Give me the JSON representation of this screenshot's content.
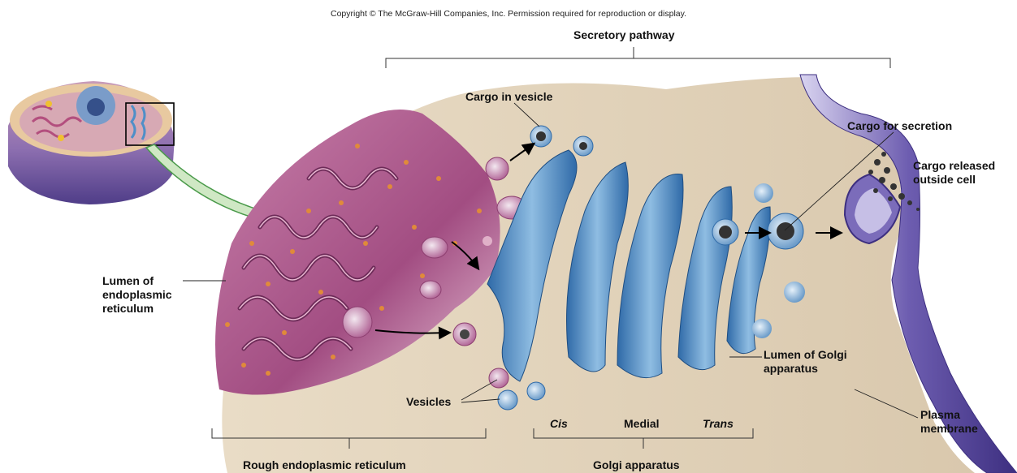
{
  "copyright": "Copyright © The McGraw-Hill Companies, Inc. Permission required for reproduction or display.",
  "labels": {
    "secretory_pathway": "Secretory pathway",
    "cargo_in_vesicle": "Cargo in vesicle",
    "cargo_for_secretion": "Cargo for secretion",
    "cargo_released": [
      "Cargo released",
      "outside cell"
    ],
    "lumen_er": [
      "Lumen of",
      "endoplasmic",
      "reticulum"
    ],
    "lumen_golgi": [
      "Lumen of Golgi",
      "apparatus"
    ],
    "vesicles": "Vesicles",
    "plasma_membrane": [
      "Plasma",
      "membrane"
    ],
    "cis": "Cis",
    "medial": "Medial",
    "trans": "Trans",
    "rough_er": "Rough endoplasmic reticulum",
    "golgi_apparatus": "Golgi apparatus"
  },
  "colors": {
    "er_pink": "#b0588f",
    "cytoplasm": "#e8d9c4",
    "golgi_blue": "#4f8fc8",
    "membrane_purple": "#6a5aa8",
    "ribosome_orange": "#e08a3a",
    "arrow_green": "#4a9a4a"
  }
}
